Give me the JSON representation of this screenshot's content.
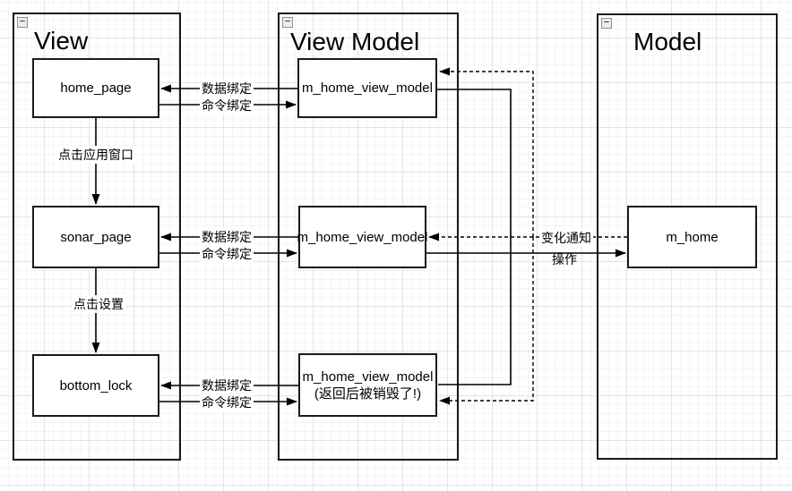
{
  "canvas": {
    "titles": {
      "view": "View",
      "view_model": "View Model",
      "model": "Model"
    },
    "collapse_glyph": "−",
    "nodes": {
      "home_page": "home_page",
      "sonar_page": "sonar_page",
      "bottom_lock": "bottom_lock",
      "vm1": "m_home_view_model",
      "vm2": "m_home_view_model",
      "vm3_line1": "m_home_view_model",
      "vm3_line2": "(返回后被销毁了!)",
      "m_home": "m_home"
    },
    "edge_labels": {
      "data_binding": "数据绑定",
      "command_binding": "命令绑定",
      "click_app_window": "点击应用窗口",
      "click_settings": "点击设置",
      "change_notification": "变化通知",
      "operation": "操作"
    },
    "colors": {
      "stroke": "#000000",
      "node_fill": "#ffffff",
      "grid_minor": "#f5f5f5",
      "grid_major": "#e4e4e4"
    }
  }
}
